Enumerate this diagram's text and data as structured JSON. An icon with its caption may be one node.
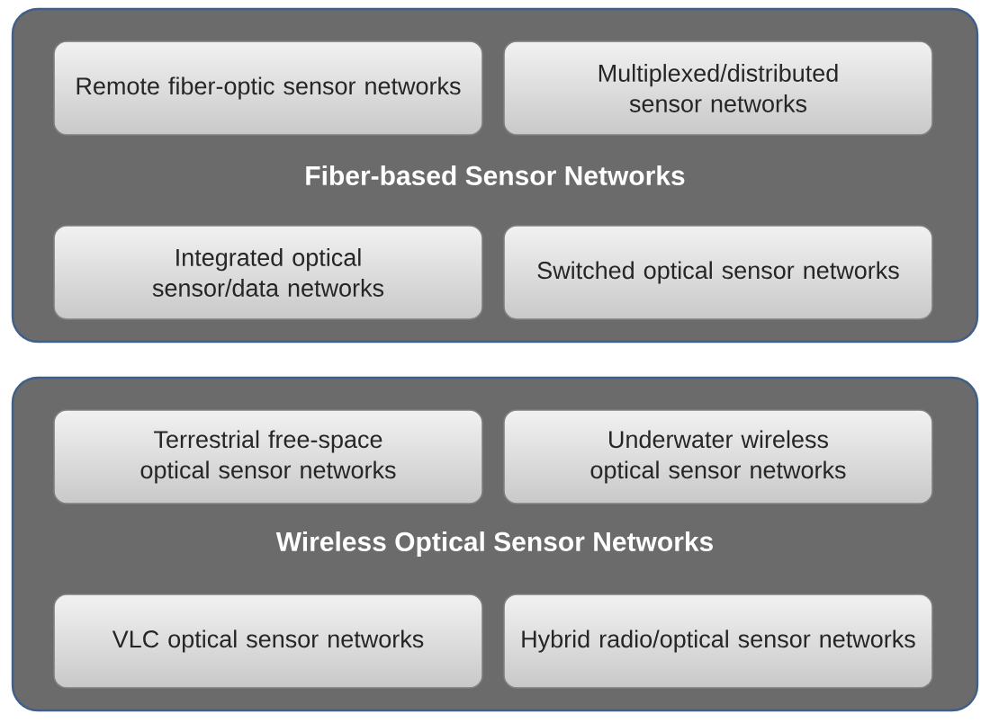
{
  "diagram": {
    "nodes": [
      {
        "text": [
          "Fiber-based Sensor Networks"
        ]
      },
      {
        "text": [
          "Remote fiber-optic sensor networks"
        ],
        "in": 0
      },
      {
        "text": [
          "Multiplexed/distributed sensor networks"
        ],
        "in": 0
      },
      {
        "text": [
          "Integrated optical sensor/data networks"
        ],
        "in": 0
      },
      {
        "text": [
          "Switched optical sensor networks"
        ],
        "in": 0
      },
      {
        "text": [
          "Wireless Optical Sensor Networks"
        ]
      },
      {
        "text": [
          "Terrestrial free-space optical sensor networks"
        ],
        "in": 5
      },
      {
        "text": [
          "Underwater wireless optical sensor networks"
        ],
        "in": 5
      },
      {
        "text": [
          "VLC optical sensor networks"
        ],
        "in": 5
      },
      {
        "text": [
          "Hybrid radio/optical sensor networks"
        ],
        "in": 5
      }
    ]
  }
}
